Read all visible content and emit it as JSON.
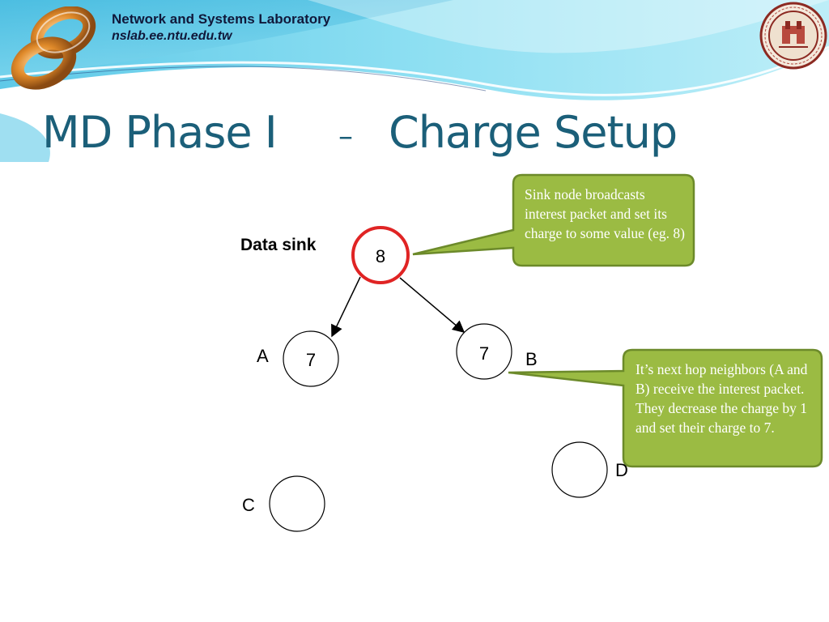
{
  "header": {
    "lab_name": "Network and Systems Laboratory",
    "lab_url": "nslab.ee.ntu.edu.tw",
    "logo_icon": "infinity-logo-icon",
    "seal_icon": "university-seal-icon"
  },
  "title": {
    "left": "MD Phase I",
    "dash": "–",
    "right": "Charge Setup"
  },
  "diagram": {
    "sink_label": "Data sink",
    "nodes": {
      "sink": {
        "value": "8"
      },
      "a": {
        "label": "A",
        "value": "7"
      },
      "b": {
        "label": "B",
        "value": "7"
      },
      "c": {
        "label": "C",
        "value": ""
      },
      "d": {
        "label": "D",
        "value": ""
      }
    },
    "callouts": {
      "sink": "Sink node broadcasts interest packet and set its charge to some value (eg. 8)",
      "neighbors": "It’s next hop neighbors (A and B) receive the interest packet. They decrease the charge by 1 and set their charge to 7."
    }
  },
  "colors": {
    "title": "#1b5f79",
    "sink_ring": "#e02424",
    "callout_fill": "#9bbb43",
    "callout_border": "#6c8a2a",
    "header_wave": "#7fd6ee"
  }
}
